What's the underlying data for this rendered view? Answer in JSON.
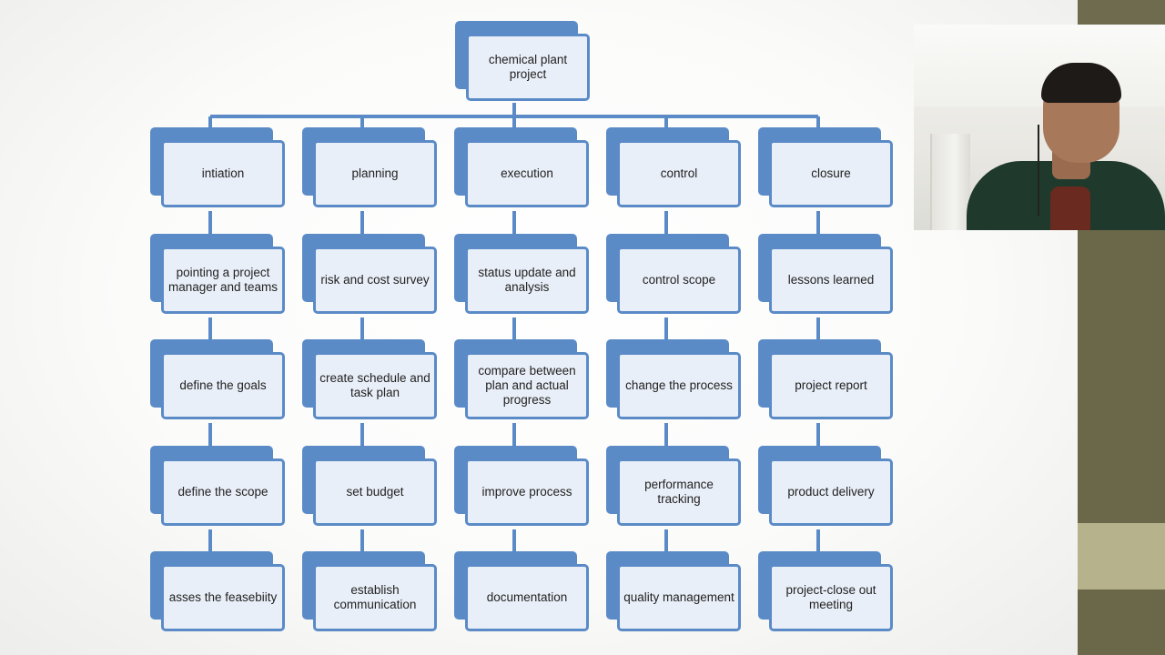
{
  "root": {
    "label": "chemical plant project"
  },
  "columns": [
    {
      "header": "intiation",
      "items": [
        "pointing a project manager and teams",
        "define the goals",
        "define the scope",
        "asses the feasebiity"
      ]
    },
    {
      "header": "planning",
      "items": [
        "risk and cost survey",
        "create schedule and task plan",
        "set budget",
        "establish communication"
      ]
    },
    {
      "header": "execution",
      "items": [
        "status update and analysis",
        "compare between plan and actual progress",
        "improve process",
        "documentation"
      ]
    },
    {
      "header": "control",
      "items": [
        "control scope",
        "change the process",
        "performance tracking",
        "quality management"
      ]
    },
    {
      "header": "closure",
      "items": [
        "lessons learned",
        "project report",
        "product delivery",
        "project-close out meeting"
      ]
    }
  ],
  "colors": {
    "box_back": "#5b8bc7",
    "box_front": "#e9eff8",
    "connector": "#5b8bc7",
    "side_bar_dark": "#6b6749",
    "side_bar_light": "#b6b28c"
  }
}
